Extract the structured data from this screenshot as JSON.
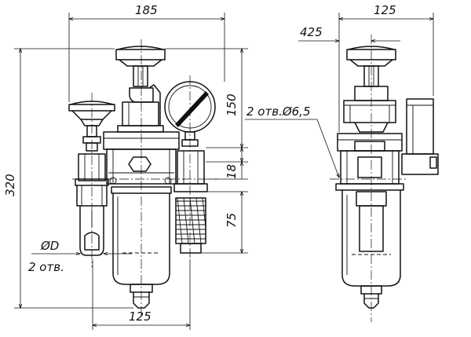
{
  "dimensions": {
    "front_width_top": "185",
    "front_width_bottom": "125",
    "height_total": "320",
    "height_gauge": "150",
    "height_mount": "18",
    "height_bowl": "75",
    "side_width_top": "125",
    "side_offset": "425"
  },
  "notes": {
    "holes_side": "2 отв.Ø6,5",
    "hole_diameter": "ØD",
    "holes_count": "2 отв."
  }
}
